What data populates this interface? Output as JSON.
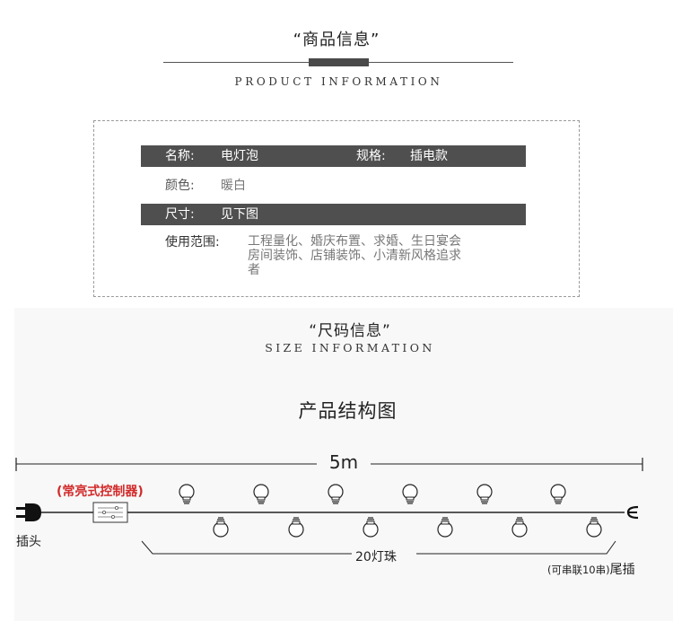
{
  "product_section": {
    "title": "“商品信息”",
    "subtitle": "PRODUCT INFORMATION"
  },
  "specs": {
    "name_label": "名称:",
    "name_value": "电灯泡",
    "spec_label": "规格:",
    "spec_value": "插电款",
    "color_label": "颜色:",
    "color_value": "暖白",
    "size_label": "尺寸:",
    "size_value": "见下图",
    "usage_label": "使用范围:",
    "usage_value_line1": "工程量化、婚庆布置、求婚、生日宴会",
    "usage_value_line2": "房间装饰、店铺装饰、小清新风格追求",
    "usage_value_line3": "者"
  },
  "size_section": {
    "title": "“尺码信息”",
    "subtitle": "SIZE INFORMATION"
  },
  "diagram": {
    "title": "产品结构图",
    "length_label": "5m",
    "controller_label": "(常亮式控制器)",
    "plug_label": "插头",
    "beads_label": "20灯珠",
    "tail_note": "(可串联10串)",
    "tail_label": "尾插",
    "colors": {
      "line": "#222222",
      "controller": "#d22b2b",
      "background": "#f8f8f8"
    }
  }
}
